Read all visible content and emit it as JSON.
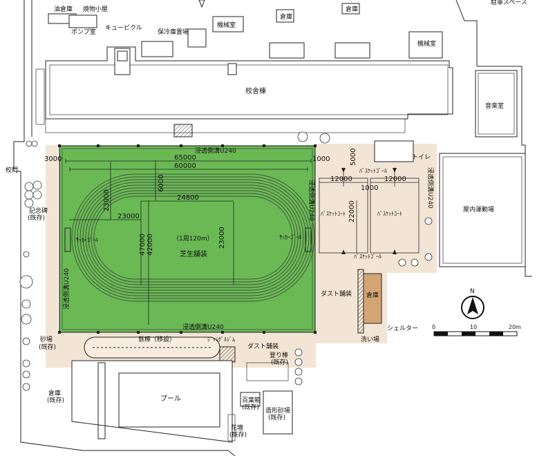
{
  "labels": {
    "oil_store": "油倉庫",
    "kiln": "焼物小屋",
    "pump_room": "ポンプ室",
    "cubicle": "キュービクル",
    "cold_storage": "保冷庫置場",
    "machine_room_top": "機械室",
    "storehouse_top1": "倉庫",
    "storehouse_top2": "倉庫",
    "parking": "駐車スペース",
    "machine_room_right": "機械室",
    "school_building": "校舎棟",
    "music_room": "音楽室",
    "gate": "校門",
    "monument": "記念碑",
    "monument_note": "(既存)",
    "gym": "屋内運動場",
    "sandpit": "砂場",
    "sandpit_note": "(既存)",
    "storehouse_left": "倉庫",
    "storehouse_left_note": "(既存)",
    "pool": "プール",
    "leaf_box": "百葉箱",
    "leaf_box_note": "(既存)",
    "flower_bed": "花壇",
    "flower_bed_note": "(既存)",
    "sandbox_shaped": "造形砂場",
    "sandbox_shaped_note": "(既存)",
    "climbing_pole": "登り棒",
    "climbing_pole_note": "(既存)",
    "iron_bar": "鉄棒（移設）",
    "jungle_gym": "ｼﾞｬﾝｸﾞﾙｼﾞﾑ",
    "dust_paving_bottom": "ダスト舗装",
    "dust_paving_right": "ダスト舗装",
    "storehouse_right": "倉庫",
    "shelter": "シェルター",
    "wash_area": "洗い場",
    "toilet": "トイレ",
    "turf_paving": "芝生舗装",
    "lap": "（1周120m）",
    "soccer_goal_left": "ｻｯｶｰｺﾞｰﾙ",
    "soccer_goal_right": "ｻｯｶｰｺﾞｰﾙ",
    "drain_top": "浸透側溝U240",
    "drain_bottom": "浸透側溝U240",
    "drain_left": "浸透側溝U240",
    "drain_right": "浸透側溝U240",
    "drain_far_right": "浸透側溝U240",
    "basket_goal_top": "ﾊﾞｽｹｯﾄｺﾞｰﾙ",
    "basket_goal_bottom": "ﾊﾞｽｹｯﾄｺﾞｰﾙ",
    "basket_court_1": "ﾊﾞｽｹｯﾄｺｰﾄ",
    "basket_court_2": "ﾊﾞｽｹｯﾄｺｰﾄ",
    "north": "N"
  },
  "dimensions": {
    "d65000": "65000",
    "d60000": "60000",
    "d24800": "24800",
    "d23000_left": "23000",
    "d23000_mid": "23000",
    "d23000_right": "23000",
    "d6000": "6000",
    "d47000": "47000",
    "d42000": "42000",
    "d3000": "3000",
    "d1000_top": "1000",
    "d5000": "5000",
    "d12000_left": "12000",
    "d12000_right": "12000",
    "d1000_mid": "1000",
    "d22000": "22000"
  },
  "scale": {
    "t0": "0",
    "t10": "10",
    "t20": "20m"
  },
  "colors": {
    "turf": "#6ab955",
    "sand": "#f3e5d5",
    "storehouse_fill": "#d4a574"
  }
}
